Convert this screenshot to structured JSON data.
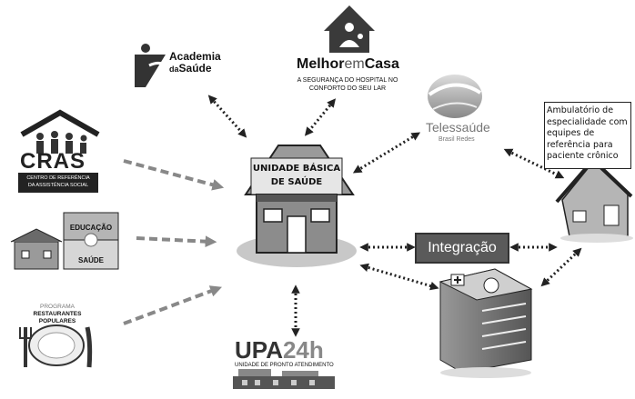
{
  "center": {
    "line1": "UNIDADE BÁSICA",
    "line2": "DE SAÚDE"
  },
  "integration": {
    "label": "Integração"
  },
  "note": {
    "lines": [
      "Ambulatório de",
      "especialidade com",
      "equipes de",
      "referência para",
      "paciente crônico"
    ]
  },
  "nodes": {
    "academia": {
      "line1": "Academia",
      "line2": "da",
      "line3": "Saúde"
    },
    "melhor_em_casa": {
      "brand_a": "Melhor",
      "brand_b": "em",
      "brand_c": "Casa",
      "sub1": "A SEGURANÇA DO HOSPITAL NO",
      "sub2": "CONFORTO DO SEU LAR"
    },
    "telessaude": {
      "name": "Telessaúde",
      "sub": "Brasil Redes"
    },
    "cras": {
      "name": "CRAS",
      "sub1": "CENTRO DE REFERÊNCIA",
      "sub2": "DA ASSISTÊNCIA SOCIAL"
    },
    "educacao_saude": {
      "top": "EDUCAÇÃO",
      "bottom": "SAÚDE"
    },
    "restaurantes": {
      "line1": "PROGRAMA",
      "line2": "RESTAURANTES",
      "line3": "POPULARES"
    },
    "upa": {
      "name_a": "UPA",
      "name_b": "24h",
      "sub": "UNIDADE DE PRONTO ATENDIMENTO"
    }
  },
  "colors": {
    "dark": "#333333",
    "mid": "#888888",
    "light": "#bbbbbb",
    "box": "#5a5a5a"
  }
}
